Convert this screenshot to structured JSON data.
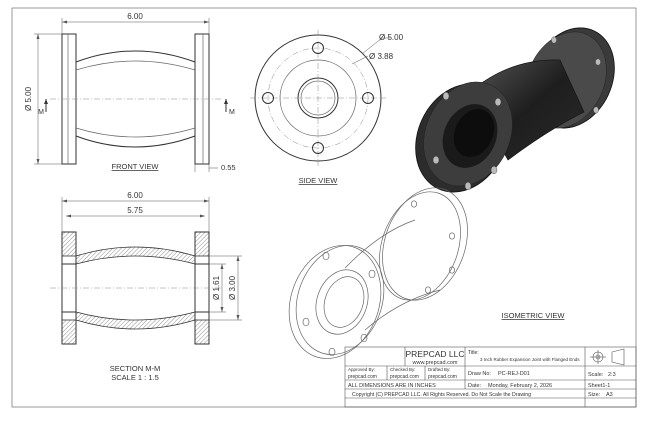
{
  "front_view": {
    "label": "FRONT VIEW",
    "dim_length": "6.00",
    "dim_diameter": "Ø 5.00",
    "dim_flange": "0.55",
    "section_mark_left": "M",
    "section_mark_right": "M"
  },
  "side_view": {
    "label": "SIDE VIEW",
    "dim_outer": "Ø 5.00",
    "dim_bolt_circle": "Ø 3.88"
  },
  "section_view": {
    "dim_overall": "6.00",
    "dim_inner": "5.75",
    "dim_bore": "Ø 1.61",
    "dim_outer": "Ø 3.00",
    "label_line1": "SECTION M-M",
    "label_line2": "SCALE 1 : 1.5"
  },
  "isometric_view": {
    "label": "ISOMETRIC VIEW"
  },
  "title_block": {
    "company": "PREPCAD LLC",
    "website": "www.prepcad.com",
    "approved_label": "Approved By:",
    "approved_value": "prepcad.com",
    "checked_label": "Checked By:",
    "checked_value": "prepcad.com",
    "drafted_label": "Drafted By:",
    "drafted_value": "prepcad.com",
    "title_label": "Title:",
    "title_value": "3 Inch Rubber Expansion Joint with Flanged Ends",
    "draw_label": "Draw No:",
    "draw_value": "PC-REJ-D01",
    "scale_label": "Scale:",
    "scale_value": "2:3",
    "units_note": "ALL DIMENSIONS ARE IN INCHES",
    "date_label": "Date:",
    "date_value": "Monday, February 2, 2026",
    "sheet_value": "Sheet1-1",
    "copyright": "Copyright (C)  PREPCAD LLC. All Rights Reserved. Do Not Scale the Drawing",
    "size_label": "Size:",
    "size_value": "A3"
  },
  "colors": {
    "rubber": "#2a2a2a",
    "flange": "#3a3a3a",
    "line": "#333333"
  }
}
